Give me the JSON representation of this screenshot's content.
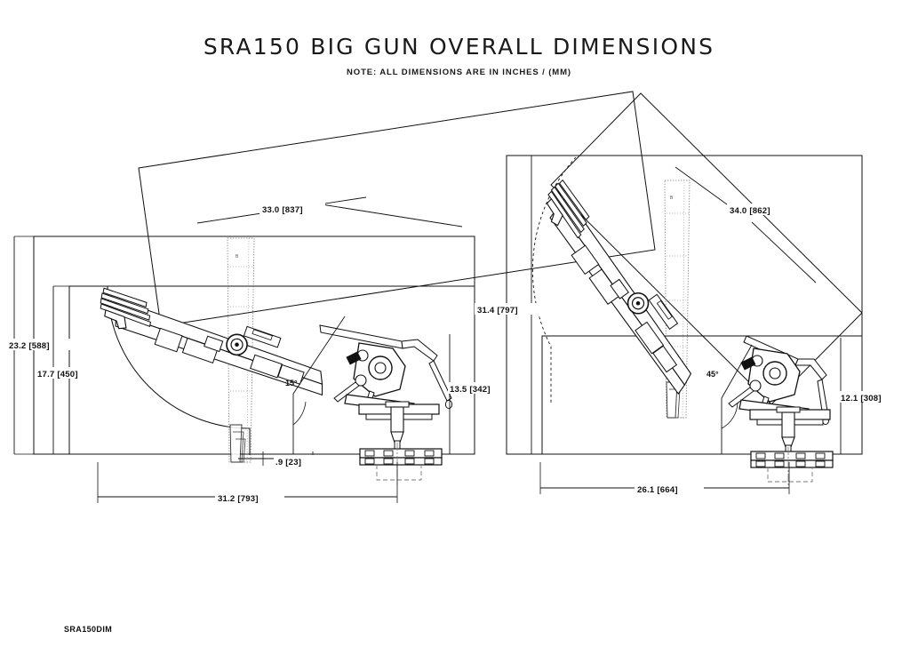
{
  "sheet": {
    "title": "SRA150  BIG  GUN  OVERALL  DIMENSIONS",
    "note": "NOTE:   ALL DIMENSIONS ARE IN INCHES / (MM)",
    "drawing_number": "SRA150DIM",
    "background_color": "#ffffff",
    "line_color": "#111111"
  },
  "views": {
    "left": {
      "name": "low-elevation-view",
      "elevation_angle_label": "15°",
      "dimensions": {
        "overall_height": "23.2 [588]",
        "inner_height": "17.7 [450]",
        "barrel_length": "33.0 [837]",
        "rear_offset": "13.5 [342]",
        "base_clearance": ".9 [23]",
        "overall_length": "31.2 [793]"
      }
    },
    "right": {
      "name": "high-elevation-view",
      "elevation_angle_label": "45°",
      "dimensions": {
        "overall_height": "31.4 [797]",
        "barrel_length": "34.0 [862]",
        "rear_offset": "12.1 [308]",
        "overall_length": "26.1 [664]"
      }
    }
  }
}
